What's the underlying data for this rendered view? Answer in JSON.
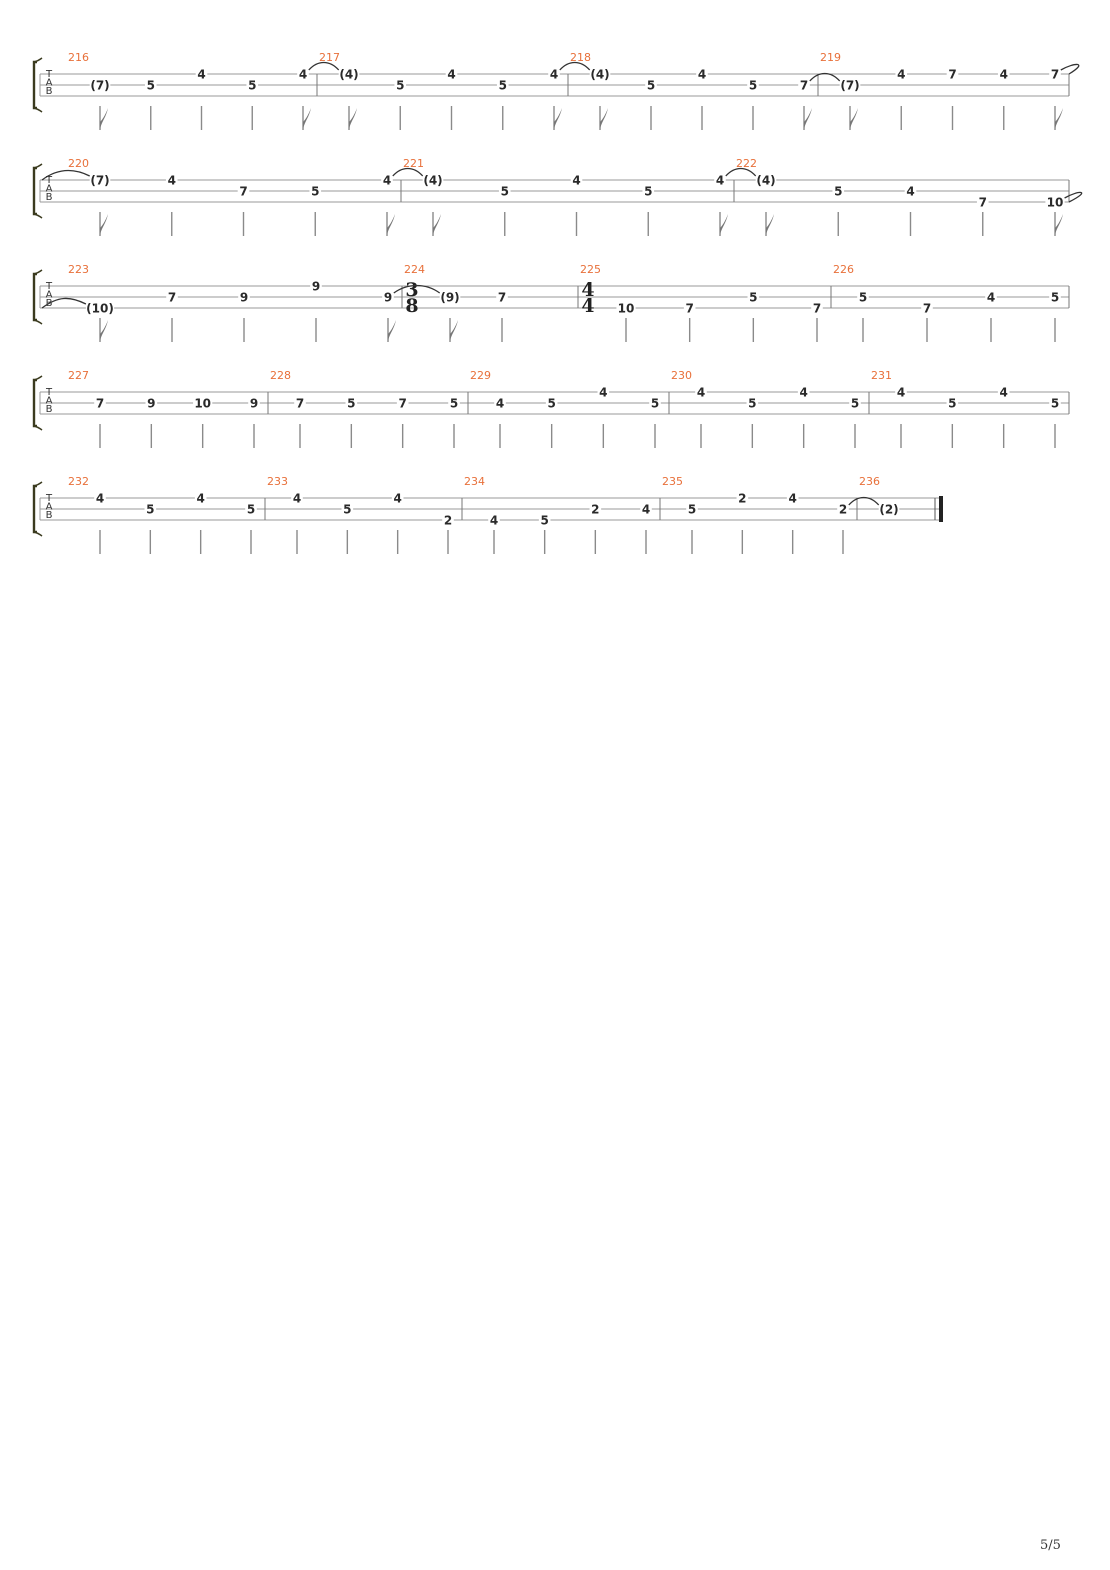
{
  "page_number": "5/5",
  "tab_letters": [
    "T",
    "A",
    "B"
  ],
  "systems": [
    {
      "measures": [
        {
          "number": "216",
          "notes": [
            {
              "fret": "(7)",
              "string": 2,
              "tied": true,
              "flag": true
            },
            {
              "fret": "5",
              "string": 2
            },
            {
              "fret": "4",
              "string": 1
            },
            {
              "fret": "5",
              "string": 2
            },
            {
              "fret": "4",
              "string": 1,
              "flag": true,
              "tie": true
            }
          ]
        },
        {
          "number": "217",
          "notes": [
            {
              "fret": "(4)",
              "string": 1,
              "tied": true,
              "flag": true
            },
            {
              "fret": "5",
              "string": 2
            },
            {
              "fret": "4",
              "string": 1
            },
            {
              "fret": "5",
              "string": 2
            },
            {
              "fret": "4",
              "string": 1,
              "flag": true,
              "tie": true
            }
          ]
        },
        {
          "number": "218",
          "notes": [
            {
              "fret": "(4)",
              "string": 1,
              "tied": true,
              "flag": true
            },
            {
              "fret": "5",
              "string": 2
            },
            {
              "fret": "4",
              "string": 1
            },
            {
              "fret": "5",
              "string": 2
            },
            {
              "fret": "7",
              "string": 2,
              "flag": true,
              "tie": true
            }
          ]
        },
        {
          "number": "219",
          "notes": [
            {
              "fret": "(7)",
              "string": 2,
              "tied": true,
              "flag": true
            },
            {
              "fret": "4",
              "string": 1
            },
            {
              "fret": "7",
              "string": 1
            },
            {
              "fret": "4",
              "string": 1
            },
            {
              "fret": "7",
              "string": 1,
              "flag": true,
              "tie": true
            }
          ]
        }
      ]
    },
    {
      "measures": [
        {
          "number": "220",
          "notes": [
            {
              "fret": "(7)",
              "string": 1,
              "tied": true,
              "flag": true
            },
            {
              "fret": "4",
              "string": 1
            },
            {
              "fret": "7",
              "string": 2
            },
            {
              "fret": "5",
              "string": 2
            },
            {
              "fret": "4",
              "string": 1,
              "flag": true,
              "tie": true
            }
          ]
        },
        {
          "number": "221",
          "notes": [
            {
              "fret": "(4)",
              "string": 1,
              "tied": true,
              "flag": true
            },
            {
              "fret": "5",
              "string": 2
            },
            {
              "fret": "4",
              "string": 1
            },
            {
              "fret": "5",
              "string": 2
            },
            {
              "fret": "4",
              "string": 1,
              "flag": true,
              "tie": true
            }
          ]
        },
        {
          "number": "222",
          "notes": [
            {
              "fret": "(4)",
              "string": 1,
              "tied": true,
              "flag": true
            },
            {
              "fret": "5",
              "string": 2
            },
            {
              "fret": "4",
              "string": 2
            },
            {
              "fret": "7",
              "string": 3
            },
            {
              "fret": "10",
              "string": 3,
              "flag": true,
              "tie": true
            }
          ]
        }
      ]
    },
    {
      "measures": [
        {
          "number": "223",
          "notes": [
            {
              "fret": "(10)",
              "string": 3,
              "tied": true,
              "flag": true
            },
            {
              "fret": "7",
              "string": 2
            },
            {
              "fret": "9",
              "string": 2
            },
            {
              "fret": "9",
              "string": 1
            },
            {
              "fret": "9",
              "string": 2,
              "flag": true,
              "tie": true
            }
          ]
        },
        {
          "number": "224",
          "time_signature": [
            "3",
            "8"
          ],
          "notes": [
            {
              "fret": "(9)",
              "string": 2,
              "tied": true,
              "flag": true
            },
            {
              "fret": "7",
              "string": 2
            }
          ]
        },
        {
          "number": "225",
          "time_signature": [
            "4",
            "4"
          ],
          "notes": [
            {
              "fret": "10",
              "string": 3
            },
            {
              "fret": "7",
              "string": 3
            },
            {
              "fret": "5",
              "string": 2
            },
            {
              "fret": "7",
              "string": 3
            }
          ]
        },
        {
          "number": "226",
          "notes": [
            {
              "fret": "5",
              "string": 2
            },
            {
              "fret": "7",
              "string": 3
            },
            {
              "fret": "4",
              "string": 2
            },
            {
              "fret": "5",
              "string": 2
            }
          ]
        }
      ]
    },
    {
      "measures": [
        {
          "number": "227",
          "notes": [
            {
              "fret": "7",
              "string": 2
            },
            {
              "fret": "9",
              "string": 2
            },
            {
              "fret": "10",
              "string": 2
            },
            {
              "fret": "9",
              "string": 2
            }
          ]
        },
        {
          "number": "228",
          "notes": [
            {
              "fret": "7",
              "string": 2
            },
            {
              "fret": "5",
              "string": 2
            },
            {
              "fret": "7",
              "string": 2
            },
            {
              "fret": "5",
              "string": 2
            }
          ]
        },
        {
          "number": "229",
          "notes": [
            {
              "fret": "4",
              "string": 2
            },
            {
              "fret": "5",
              "string": 2
            },
            {
              "fret": "4",
              "string": 1
            },
            {
              "fret": "5",
              "string": 2
            }
          ]
        },
        {
          "number": "230",
          "notes": [
            {
              "fret": "4",
              "string": 1
            },
            {
              "fret": "5",
              "string": 2
            },
            {
              "fret": "4",
              "string": 1
            },
            {
              "fret": "5",
              "string": 2
            }
          ]
        },
        {
          "number": "231",
          "notes": [
            {
              "fret": "4",
              "string": 1
            },
            {
              "fret": "5",
              "string": 2
            },
            {
              "fret": "4",
              "string": 1
            },
            {
              "fret": "5",
              "string": 2
            }
          ]
        }
      ]
    },
    {
      "final": true,
      "measures": [
        {
          "number": "232",
          "notes": [
            {
              "fret": "4",
              "string": 1
            },
            {
              "fret": "5",
              "string": 2
            },
            {
              "fret": "4",
              "string": 1
            },
            {
              "fret": "5",
              "string": 2
            }
          ]
        },
        {
          "number": "233",
          "notes": [
            {
              "fret": "4",
              "string": 1
            },
            {
              "fret": "5",
              "string": 2
            },
            {
              "fret": "4",
              "string": 1
            },
            {
              "fret": "2",
              "string": 3
            }
          ]
        },
        {
          "number": "234",
          "notes": [
            {
              "fret": "4",
              "string": 3
            },
            {
              "fret": "5",
              "string": 3
            },
            {
              "fret": "2",
              "string": 2
            },
            {
              "fret": "4",
              "string": 2
            }
          ]
        },
        {
          "number": "235",
          "notes": [
            {
              "fret": "5",
              "string": 2
            },
            {
              "fret": "2",
              "string": 1
            },
            {
              "fret": "4",
              "string": 1
            },
            {
              "fret": "2",
              "string": 2,
              "tie": true
            }
          ]
        },
        {
          "number": "236",
          "notes": [
            {
              "fret": "(2)",
              "string": 2,
              "tied": true
            }
          ]
        }
      ]
    }
  ]
}
